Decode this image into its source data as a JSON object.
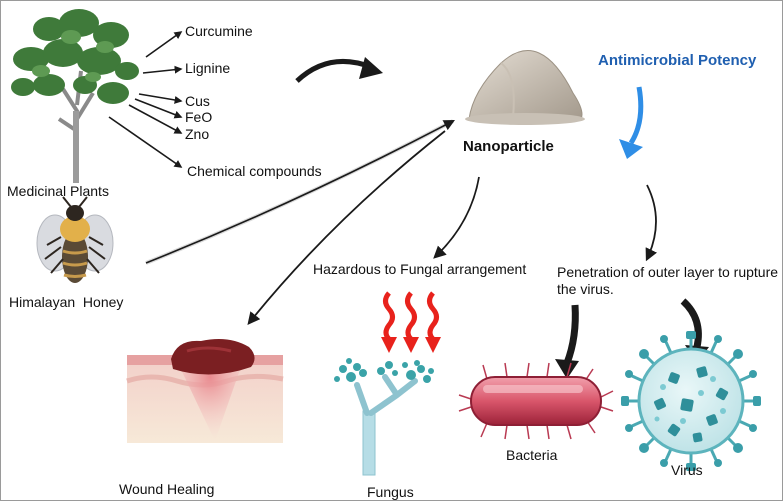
{
  "colors": {
    "arrow": "#1a1a1a",
    "blue_arrow": "#2f8ee6",
    "heat_arrow": "#e8221c",
    "title_blue": "#1f5fb0"
  },
  "labels": {
    "curcumine": "Curcumine",
    "lignine": "Lignine",
    "cus": "Cus",
    "feo": "FeO",
    "zno": "Zno",
    "chemical_compounds": "Chemical compounds",
    "medicinal_plants": "Medicinal Plants",
    "himalayan_honey": "Himalayan  Honey",
    "nanoparticle": "Nanoparticle",
    "antimicrobial_potency": "Antimicrobial Potency",
    "hazardous": "Hazardous to Fungal arrangement",
    "penetration": "Penetration of outer layer to rupture the virus.",
    "wound_healing": "Wound Healing",
    "fungus": "Fungus",
    "bacteria": "Bacteria",
    "virus": "Virus"
  },
  "icons": [
    "tree-icon",
    "bee-icon",
    "powder-pile-icon",
    "skin-wound-icon",
    "fungus-icon",
    "heat-arrows-icon",
    "bacteria-icon",
    "virus-icon"
  ]
}
